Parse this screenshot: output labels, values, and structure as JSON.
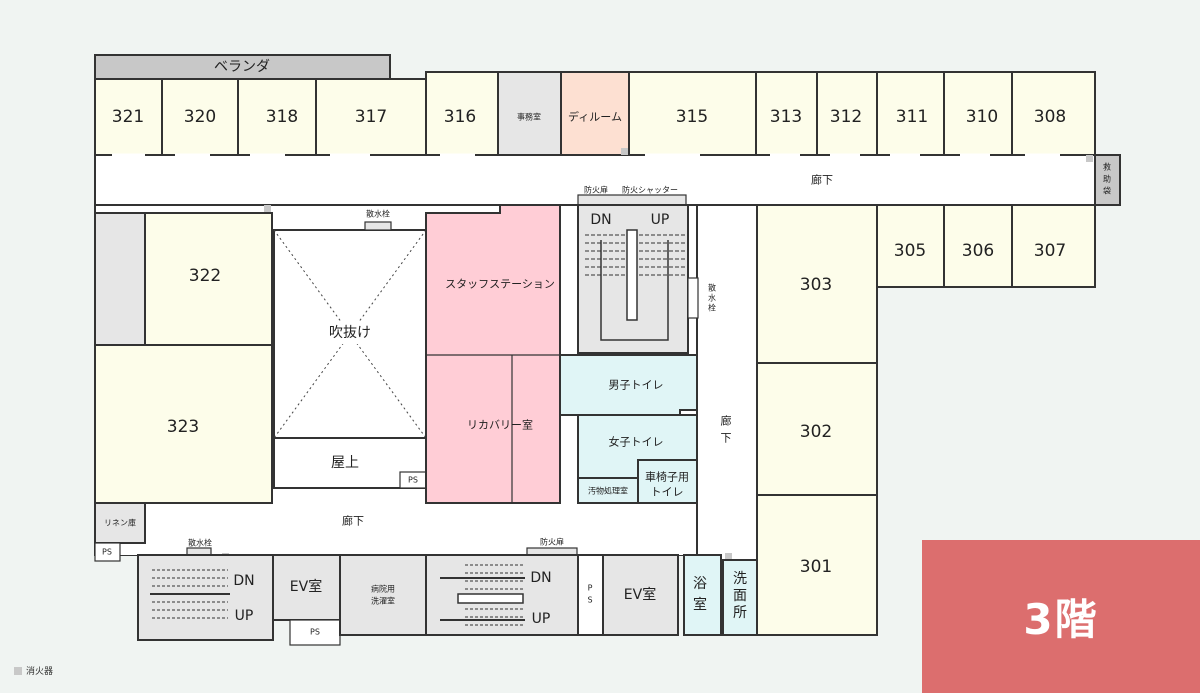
{
  "floor_label": "3階",
  "legend": {
    "extinguisher_label": "消火器",
    "swatch_color": "#c8c8c8"
  },
  "colors": {
    "room": "#fdfdea",
    "common": "#e6e6e6",
    "staff": "#ffcdd6",
    "dayroom": "#fde0d2",
    "sanitary": "#e0f5f6",
    "badge": "#dc6e6e"
  },
  "rooms": {
    "r321": "321",
    "r320": "320",
    "r318": "318",
    "r317": "317",
    "r316": "316",
    "office": "事務室",
    "dayroom": "ディルーム",
    "r315": "315",
    "r313": "313",
    "r312": "312",
    "r311": "311",
    "r310": "310",
    "r308": "308",
    "r305": "305",
    "r306": "306",
    "r307": "307",
    "r303": "303",
    "r302": "302",
    "r301": "301",
    "r322": "322",
    "r323": "323"
  },
  "labels": {
    "veranda": "ベランダ",
    "corridor_top": "廊下",
    "corridor_mid": "廊下",
    "corridor_right_1": "廊",
    "corridor_right_2": "下",
    "rescue_1": "救",
    "rescue_2": "助",
    "rescue_3": "袋",
    "atrium": "吹抜け",
    "rooftop": "屋上",
    "ps_1": "PS",
    "ps_2": "PS",
    "ps_3": "PS",
    "ps_vertical_1": "P",
    "ps_vertical_2": "S",
    "staff_station": "スタッフステーション",
    "recovery": "リカバリー室",
    "fire_door_1": "防火扉",
    "fire_shutter": "防火シャッター",
    "fire_door_2": "防火扉",
    "stair_dn": "DN",
    "stair_up": "UP",
    "hydrant_1": "散水栓",
    "hydrant_2": "散水栓",
    "hydrant_v1": "散",
    "hydrant_v2": "水",
    "hydrant_v3": "栓",
    "male_wc": "男子トイレ",
    "female_wc": "女子トイレ",
    "sluice": "汚物処理室",
    "wheelchair_wc_1": "車椅子用",
    "wheelchair_wc_2": "トイレ",
    "linen": "リネン庫",
    "ev_1": "EV室",
    "ev_2": "EV室",
    "laundry_1": "病院用",
    "laundry_2": "洗濯室",
    "bath_1": "浴",
    "bath_2": "室",
    "washroom_1": "洗",
    "washroom_2": "面",
    "washroom_3": "所"
  }
}
